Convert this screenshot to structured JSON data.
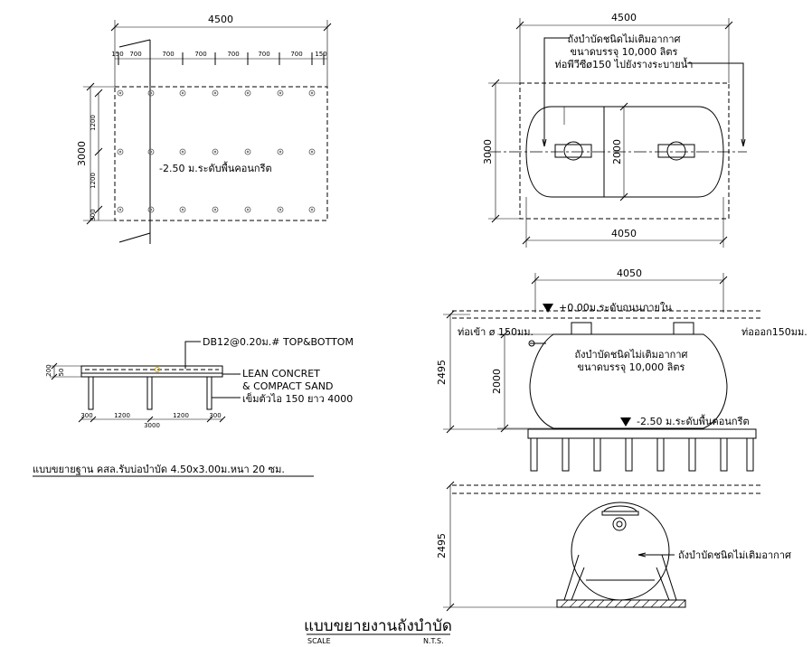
{
  "plan_base": {
    "top_dim": "4500",
    "segments": [
      "150",
      "700",
      "700",
      "700",
      "700",
      "700",
      "700",
      "150"
    ],
    "left_dim": "3000",
    "left_segments": [
      "1200",
      "1200",
      "300"
    ],
    "level_label": "-2.50 ม.ระดับพื้นคอนกรีต"
  },
  "plan_tank": {
    "top_dim": "4500",
    "note_line1": "ถังบำบัดชนิดไม่เติมอากาศ",
    "note_line2": "ขนาดบรรจุ 10,000 ลิตร",
    "note_line3": "ท่อพีวีซีø150 ไปยังรางระบายน้ำ",
    "left_dim": "3000",
    "inner_dim": "2000",
    "bottom_dim": "4050"
  },
  "base_section": {
    "rebar_label": "DB12@0.20ม.# TOP&BOTTOM",
    "lean_label": "LEAN CONCRET",
    "sand_label": "& COMPACT SAND",
    "pile_label": "เข็มตัวไอ 150 ยาว 4000",
    "side_dims": [
      "200",
      "50"
    ],
    "bottom_segments": [
      "300",
      "1200",
      "1200",
      "300"
    ],
    "bottom_total": "3000",
    "title": "แบบขยายฐาน คสล.รับบ่อบำบัด 4.50x3.00ม.หนา 20 ซม."
  },
  "tank_section": {
    "top_dim": "4050",
    "road_level": "+0.00ม.ระดับถนนภายใน",
    "inlet": "ท่อเข้า ø 150มม.",
    "outlet": "ท่อออก150มม.",
    "label_line1": "ถังบำบัดชนิดไม่เติมอากาศ",
    "label_line2": "ขนาดบรรจุ 10,000 ลิตร",
    "height_dim": "2495",
    "inner_dim": "2000",
    "bottom_level": "-2.50 ม.ระดับพื้นคอนกรีต"
  },
  "tank_end": {
    "height_dim": "2495",
    "label": "ถังบำบัดชนิดไม่เติมอากาศ"
  },
  "sheet": {
    "title": "แบบขยายงานถังบำบัด",
    "scale_label": "SCALE",
    "scale_value": "N.T.S."
  }
}
